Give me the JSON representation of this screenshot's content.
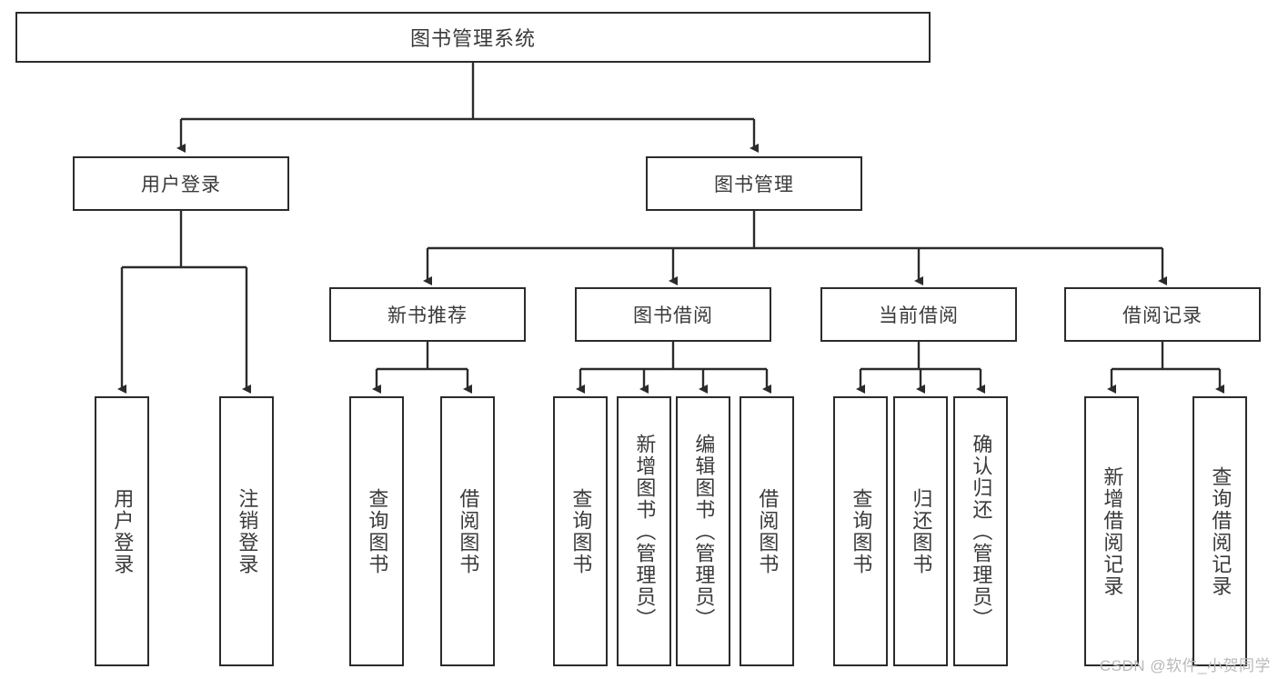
{
  "diagram": {
    "type": "hierarchy-tree",
    "title": "图书管理系统",
    "root": {
      "label": "图书管理系统"
    },
    "level2": [
      {
        "label": "用户登录"
      },
      {
        "label": "图书管理"
      }
    ],
    "level3": [
      {
        "label": "新书推荐"
      },
      {
        "label": "图书借阅"
      },
      {
        "label": "当前借阅"
      },
      {
        "label": "借阅记录"
      }
    ],
    "leaves": {
      "user_login": [
        {
          "label": "用户登录"
        },
        {
          "label": "注销登录"
        }
      ],
      "new_book_recommend": [
        {
          "label": "查询图书"
        },
        {
          "label": "借阅图书"
        }
      ],
      "book_borrow": [
        {
          "label": "查询图书"
        },
        {
          "label": "新增图书（管理员）"
        },
        {
          "label": "编辑图书（管理员）"
        },
        {
          "label": "借阅图书"
        }
      ],
      "current_borrow": [
        {
          "label": "查询图书"
        },
        {
          "label": "归还图书"
        },
        {
          "label": "确认归还（管理员）"
        }
      ],
      "borrow_record": [
        {
          "label": "新增借阅记录"
        },
        {
          "label": "查询借阅记录"
        }
      ]
    },
    "colors": {
      "border": "#2b2b2b",
      "text": "#3a3a3a",
      "background": "#ffffff",
      "watermark": "#b9b9b9"
    }
  },
  "watermark": {
    "text": "CSDN @软件_小贺同学"
  }
}
